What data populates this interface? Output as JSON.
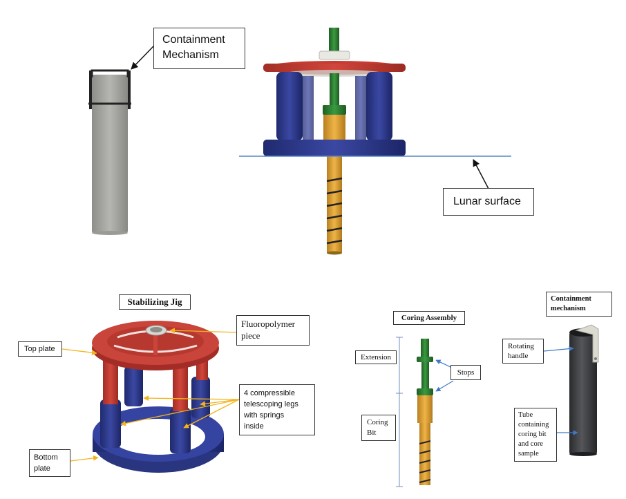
{
  "labels": {
    "containment_top": [
      "Containment",
      "Mechanism"
    ],
    "lunar_surface": "Lunar surface",
    "stabilizing_jig": "Stabilizing Jig",
    "fluoropolymer": [
      "Fluoropolymer",
      "piece"
    ],
    "top_plate": "Top plate",
    "bottom_plate": [
      "Bottom",
      "plate"
    ],
    "legs": [
      "4 compressible",
      "telescoping legs",
      "with springs",
      "inside"
    ],
    "coring_assembly": "Coring Assembly",
    "extension": "Extension",
    "stops": "Stops",
    "coring_bit": [
      "Coring",
      "Bit"
    ],
    "containment_br": [
      "Containment",
      "mechanism"
    ],
    "rotating_handle": [
      "Rotating",
      "handle"
    ],
    "tube": [
      "Tube",
      "containing",
      "coring bit",
      "and core",
      "sample"
    ]
  },
  "colors": {
    "plate_red": "#c63b32",
    "plate_blue": "#2e3a8c",
    "rod_green": "#2f7d34",
    "bit_orange": "#e2a53a",
    "tube_gray": "#a9aaa6",
    "tube_dark": "#3a3b3d",
    "arrow_orange": "#f3b31a",
    "arrow_blue": "#3f79c6"
  }
}
